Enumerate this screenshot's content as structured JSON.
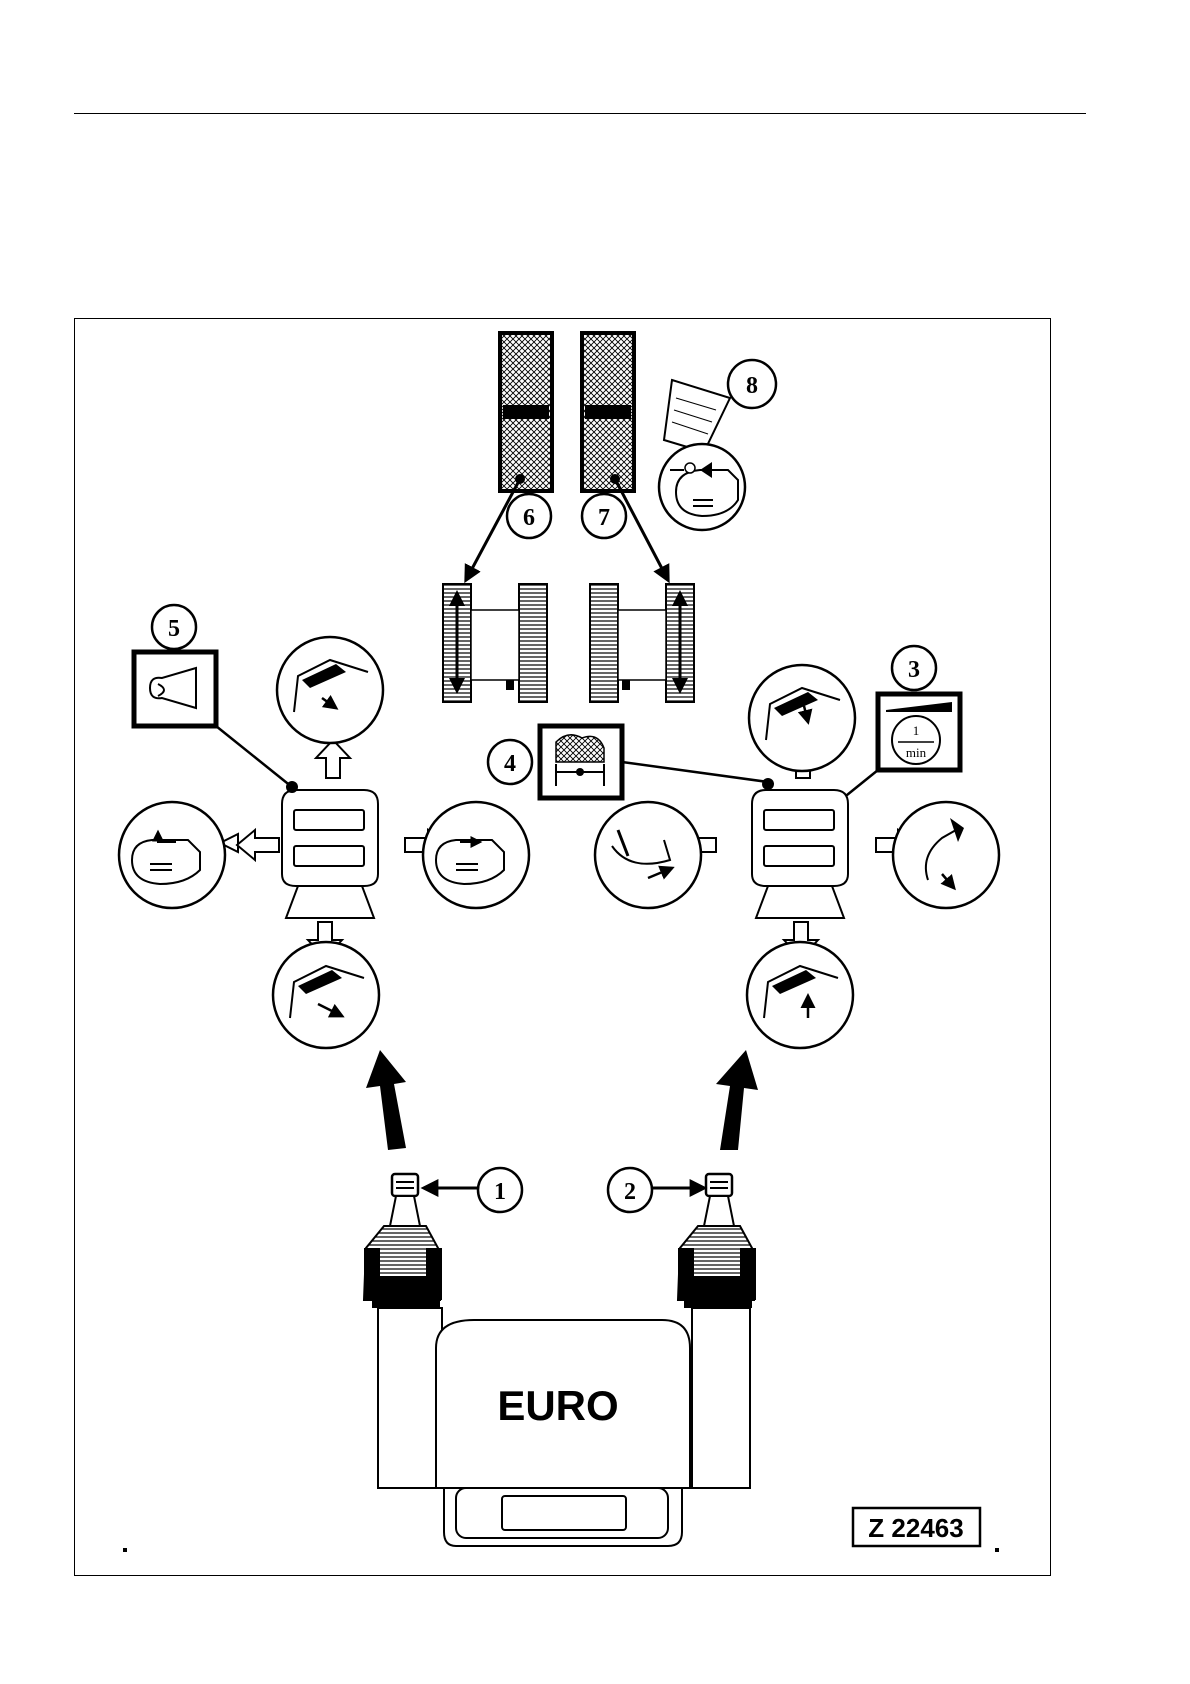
{
  "callouts": [
    "1",
    "2",
    "3",
    "4",
    "5",
    "6",
    "7",
    "8"
  ],
  "seat_label": "EURO",
  "reference_code": "Z 22463",
  "speed_unit": {
    "numerator": "1",
    "denominator": "min"
  }
}
